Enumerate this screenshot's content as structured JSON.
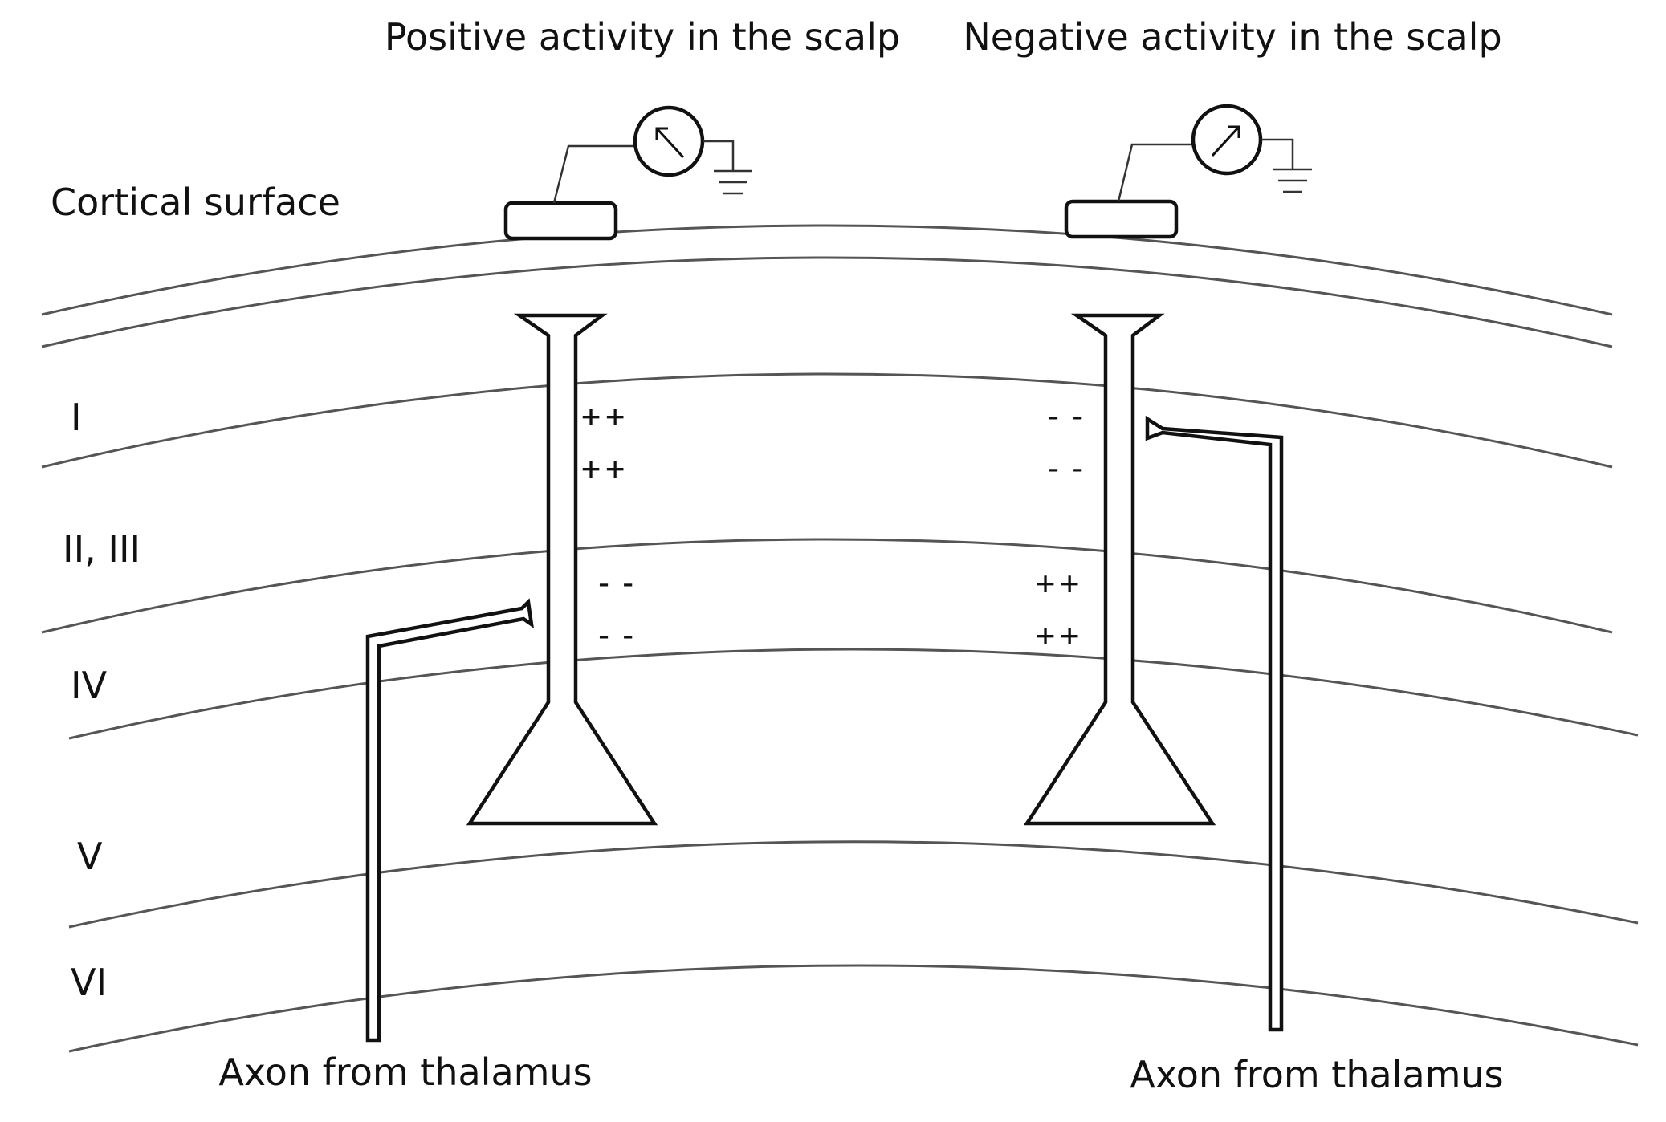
{
  "titles": {
    "positive": "Positive activity in the scalp",
    "negative": "Negative activity in the scalp"
  },
  "labels": {
    "cortical_surface": "Cortical surface",
    "axon_left": "Axon from thalamus",
    "axon_right": "Axon from thalamus"
  },
  "layers": {
    "l1": "I",
    "l23": "II, III",
    "l4": "IV",
    "l5": "V",
    "l6": "VI"
  },
  "charges": {
    "left_upper_1": "++",
    "left_upper_2": "++",
    "left_lower_1": "--",
    "left_lower_2": "--",
    "right_upper_1": "--",
    "right_upper_2": "--",
    "right_lower_1": "++",
    "right_lower_2": "++"
  }
}
